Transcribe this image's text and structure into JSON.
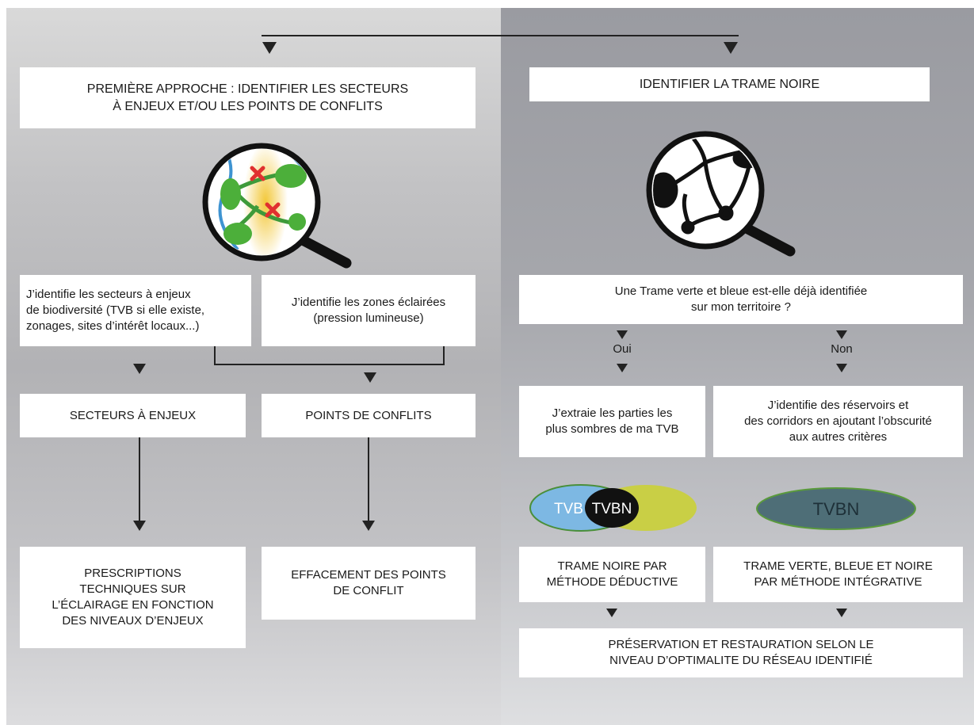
{
  "left": {
    "approach_title": "PREMIÈRE APPROCHE : IDENTIFIER LES SECTEURS\nÀ ENJEUX ET/OU LES POINTS DE CONFLITS",
    "box_biodiversity": "J’identifie les secteurs à enjeux\nde biodiversité (TVB si elle existe,\nzonages, sites d’intérêt locaux...)",
    "box_lit_zones": "J’identifie les zones éclairées\n(pression lumineuse)",
    "box_sectors": "SECTEURS À ENJEUX",
    "box_conflicts": "POINTS DE CONFLITS",
    "box_prescriptions": "PRESCRIPTIONS\nTECHNIQUES SUR\nL’ÉCLAIRAGE EN FONCTION\nDES NIVEAUX D’ENJEUX",
    "box_erasure": "EFFACEMENT DES POINTS\nDE CONFLIT"
  },
  "right": {
    "title": "IDENTIFIER LA TRAME NOIRE",
    "question": "Une Trame verte et bleue est-elle déjà identifiée\nsur mon territoire ?",
    "answer_yes": "Oui",
    "answer_no": "Non",
    "box_extract": "J’extraie les parties les\nplus sombres de ma TVB",
    "box_reservoirs": "J’identifie des réservoirs et\ndes corridors en ajoutant l’obscurité\naux autres critères",
    "venn_left_label": "TVB",
    "venn_center_label": "TVBN",
    "ellipse_label": "TVBN",
    "box_deductive": "TRAME NOIRE PAR\nMÉTHODE DÉDUCTIVE",
    "box_integrative": "TRAME VERTE, BLEUE ET NOIRE\nPAR MÉTHODE INTÉGRATIVE",
    "box_preservation": "PRÉSERVATION ET RESTAURATION SELON LE\nNIVEAU D’OPTIMALITE DU RÉSEAU IDENTIFIÉ"
  },
  "icons": [
    "magnifier-green-network-icon",
    "magnifier-black-network-icon"
  ],
  "colors": {
    "left_panel": "#c2c2c4",
    "right_panel": "#a6a7ac",
    "green": "#4caf3a",
    "blue": "#3e93d1",
    "yellow_glow": "#f2c530",
    "red_cross": "#e0302f",
    "venn_blue": "#7db8e3",
    "venn_yellow": "#c9cf45",
    "ellipse_fill": "#4e6e77"
  }
}
